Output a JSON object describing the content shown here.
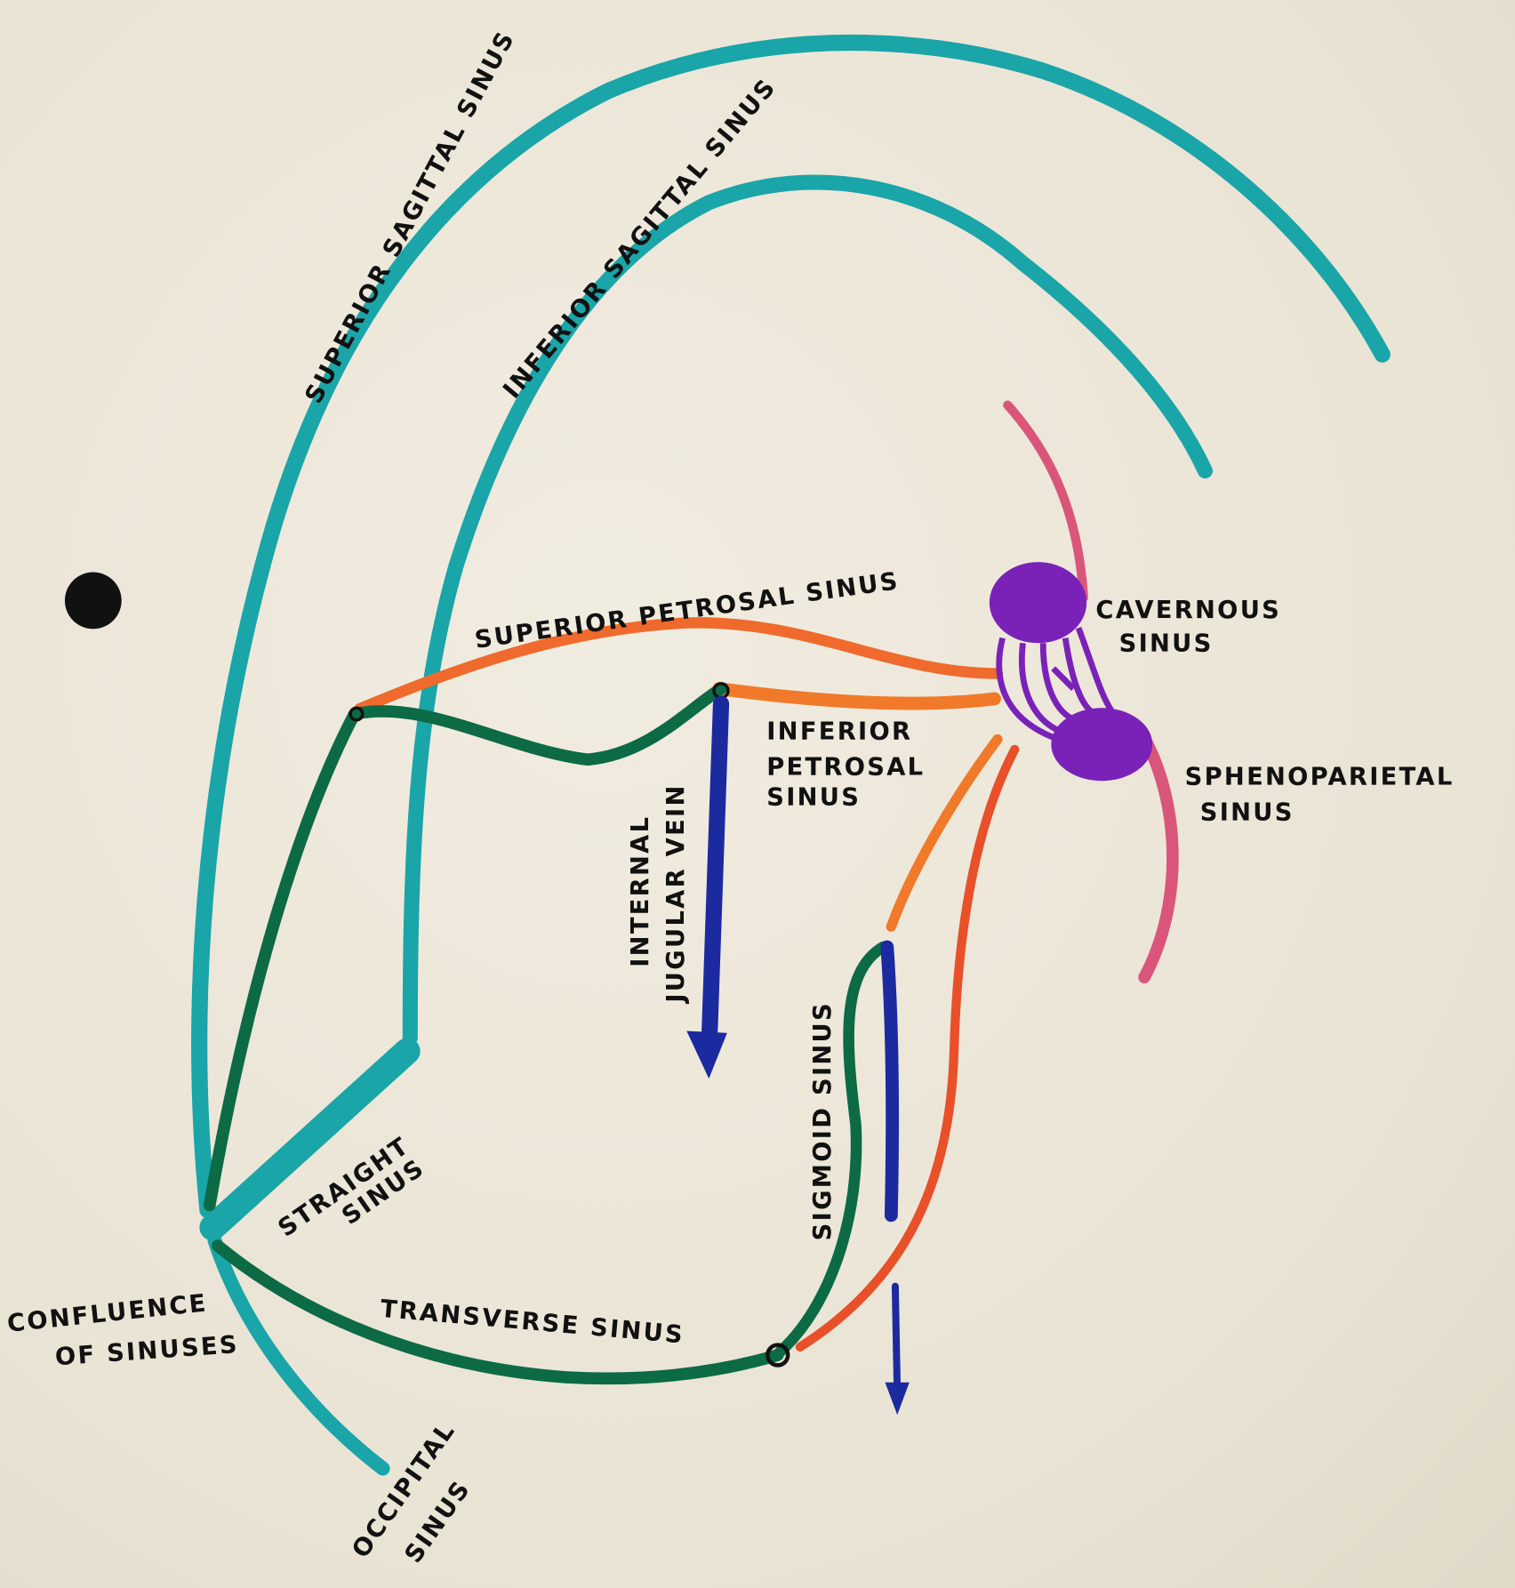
{
  "labels": {
    "superior_sagittal": "SUPERIOR SAGITTAL SINUS",
    "inferior_sagittal": "INFERIOR SAGITTAL SINUS",
    "superior_petrosal": "SUPERIOR PETROSAL SINUS",
    "cavernous_1": "CAVERNOUS",
    "cavernous_2": "SINUS",
    "inferior_petrosal_1": "INFERIOR",
    "inferior_petrosal_2": "PETROSAL",
    "inferior_petrosal_3": "SINUS",
    "sphenoparietal_1": "SPHENOPARIETAL",
    "sphenoparietal_2": "SINUS",
    "ijv_1": "INTERNAL",
    "ijv_2": "JUGULAR VEIN",
    "sigmoid": "SIGMOID SINUS",
    "straight_1": "STRAIGHT",
    "straight_2": "SINUS",
    "transverse": "TRANSVERSE SINUS",
    "confluence_1": "CONFLUENCE",
    "confluence_2": "OF SINUSES",
    "occipital_1": "OCCIPITAL",
    "occipital_2": "SINUS"
  },
  "colors": {
    "teal": "#1aa5a8",
    "green": "#0c6a45",
    "orange": "#ef6a2c",
    "red_orange": "#e8502a",
    "pink": "#d9567a",
    "purple": "#7a22b8",
    "blue": "#1c2aa0",
    "black": "#111111"
  }
}
